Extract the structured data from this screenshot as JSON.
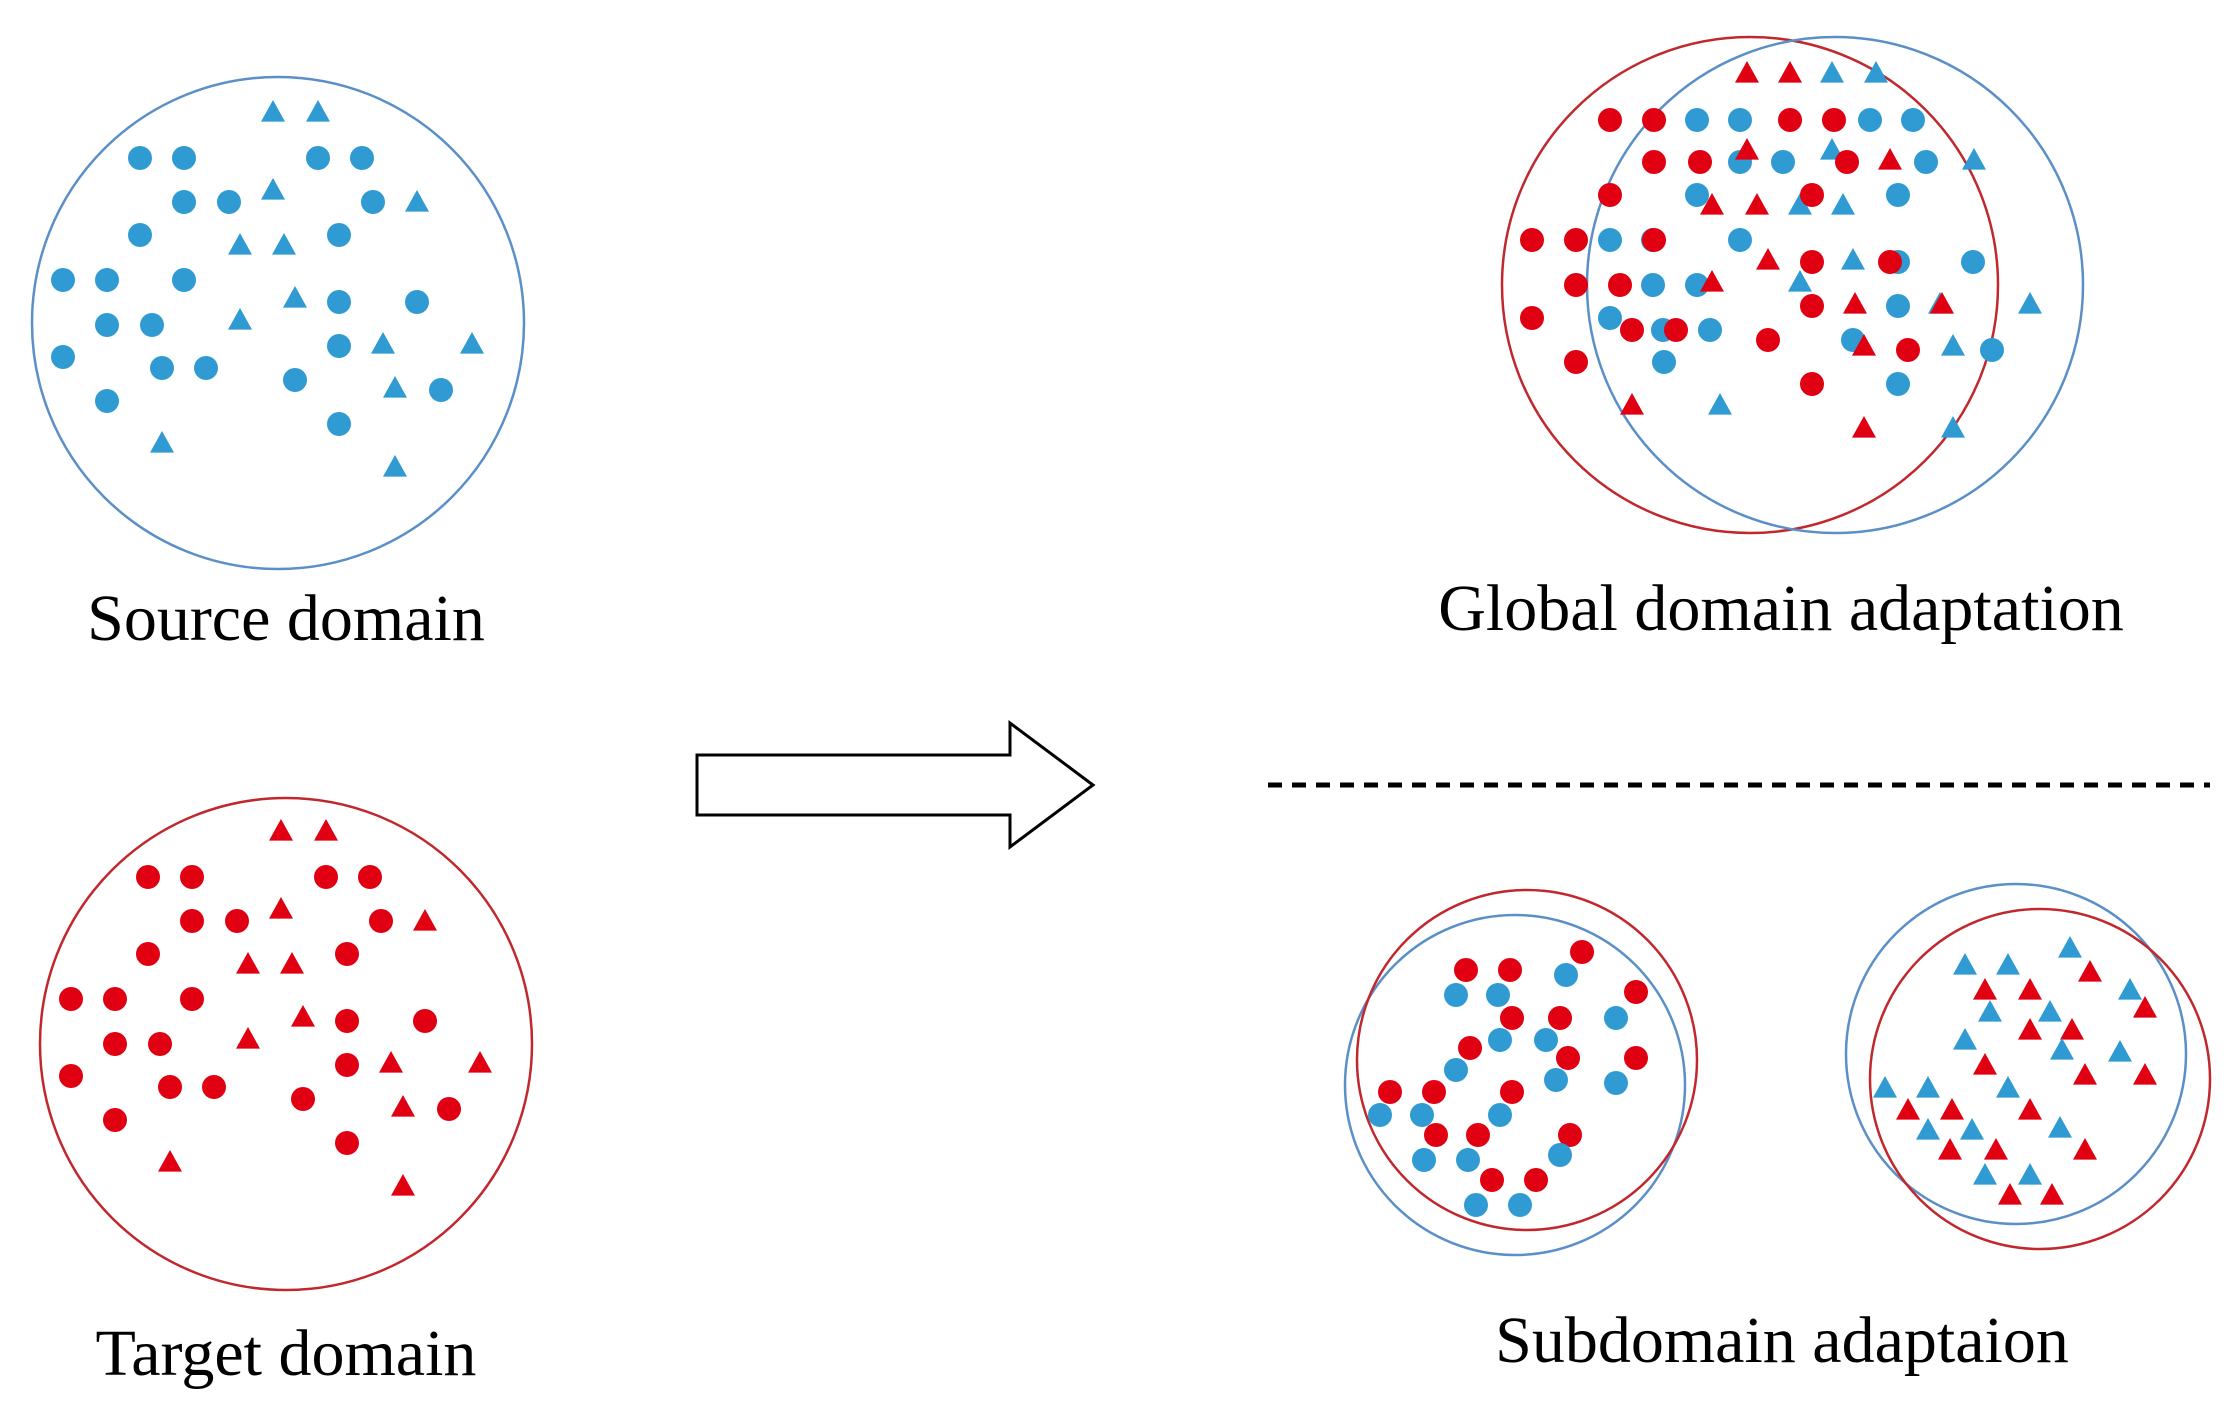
{
  "labels": {
    "source": "Source domain",
    "target": "Target domain",
    "global": "Global domain adaptation",
    "subdomain": "Subdomain adaptaion"
  },
  "colors": {
    "source": "#2f9bd2",
    "target": "#e00012",
    "source_outline": "#5b8fc7",
    "target_outline": "#c0282e",
    "arrow_stroke": "#000000",
    "divider": "#000000"
  },
  "legend_shapes": {
    "class_a": "circle-marker",
    "class_b": "triangle-marker"
  }
}
